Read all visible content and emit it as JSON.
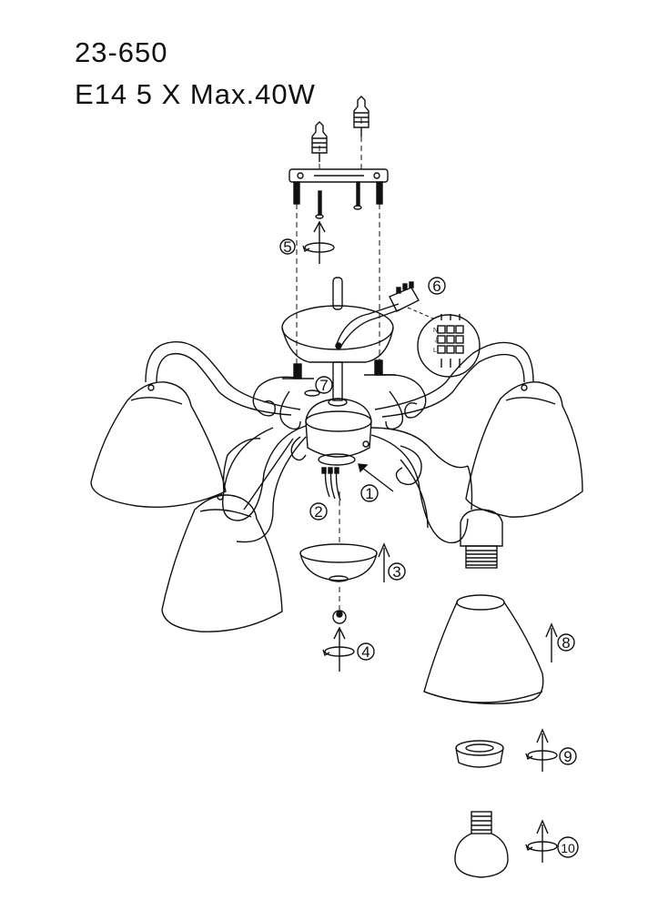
{
  "header": {
    "model": "23-650",
    "spec": "E14 5 X Max.40W"
  },
  "steps": [
    {
      "id": 1,
      "label": "1"
    },
    {
      "id": 2,
      "label": "2"
    },
    {
      "id": 3,
      "label": "3"
    },
    {
      "id": 4,
      "label": "4"
    },
    {
      "id": 5,
      "label": "5"
    },
    {
      "id": 6,
      "label": "6"
    },
    {
      "id": 7,
      "label": "7"
    },
    {
      "id": 8,
      "label": "8"
    },
    {
      "id": 9,
      "label": "9"
    },
    {
      "id": 10,
      "label": "10"
    }
  ],
  "terminal_block": {
    "row_labels": [
      "N",
      "⏚",
      "L"
    ]
  },
  "icons": [
    "screw-anchor-icon",
    "rotate-arrow-icon",
    "up-arrow-icon",
    "terminal-block-icon"
  ],
  "colors": {
    "line": "#111111",
    "background": "#ffffff"
  }
}
